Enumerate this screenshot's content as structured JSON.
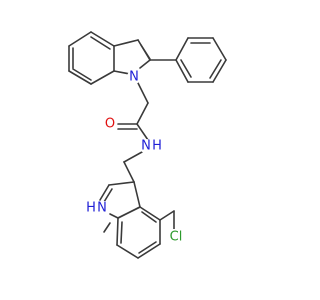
{
  "molecule": {
    "atoms": {
      "n_indole": "N",
      "o_carbonyl": "O",
      "n_amide": "N",
      "h_amide": "H",
      "nh_indole": "H",
      "n_indole2": "N",
      "cl": "Cl"
    },
    "colors": {
      "bond": "#3a3a3a",
      "nitrogen": "#1f1fd6",
      "oxygen": "#e01010",
      "chlorine": "#2c9a2c"
    }
  }
}
